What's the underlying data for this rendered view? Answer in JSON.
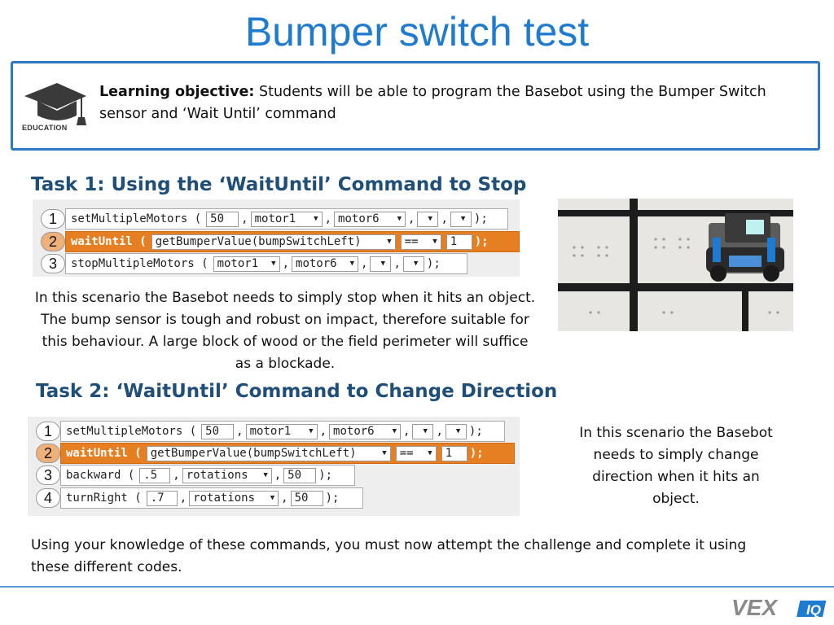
{
  "title": "Bumper switch test",
  "objective": {
    "icon_label": "EDUCATION",
    "label": "Learning objective:",
    "text": " Students will be able to program the Basebot using the Bumper Switch sensor and ‘Wait Until’ command"
  },
  "task1": {
    "heading": "Task 1: Using the ‘WaitUntil’ Command to Stop",
    "lines": [
      {
        "num": "1",
        "fn": "setMultipleMotors (",
        "v1": "50",
        "d1": "motor1",
        "d2": "motor6",
        "end": ");"
      },
      {
        "num": "2",
        "fn": "waitUntil (",
        "d1": "getBumperValue(bumpSwitchLeft)",
        "d2": "==",
        "v1": "1",
        "end": ");"
      },
      {
        "num": "3",
        "fn": "stopMultipleMotors (",
        "d1": "motor1",
        "d2": "motor6",
        "end": ");"
      }
    ],
    "description": "In this scenario the Basebot needs to simply stop when it hits an object. The bump sensor is tough and robust on impact, therefore suitable for this behaviour. A large block of wood or the field perimeter will suffice as a blockade."
  },
  "task2": {
    "heading": "Task 2: ‘WaitUntil’ Command to Change Direction",
    "lines": [
      {
        "num": "1",
        "fn": "setMultipleMotors (",
        "v1": "50",
        "d1": "motor1",
        "d2": "motor6",
        "end": ");"
      },
      {
        "num": "2",
        "fn": "waitUntil (",
        "d1": "getBumperValue(bumpSwitchLeft)",
        "d2": "==",
        "v1": "1",
        "end": ");"
      },
      {
        "num": "3",
        "fn": "backward (",
        "v1": ".5",
        "d1": "rotations",
        "v2": "50",
        "end": ");"
      },
      {
        "num": "4",
        "fn": "turnRight (",
        "v1": ".7",
        "d1": "rotations",
        "v2": "50",
        "end": ");"
      }
    ],
    "description": "In this scenario the Basebot needs to simply change direction when it hits an object."
  },
  "closing_text": "Using your knowledge of these commands, you must now attempt the challenge and complete it using these different codes.",
  "colors": {
    "title": "#1f7bd0",
    "heading": "#1f4e79",
    "highlight": "#e67e22",
    "box_border": "#2f78c3"
  },
  "logo": {
    "brand_letters": "VEX",
    "badge": "IQ"
  }
}
